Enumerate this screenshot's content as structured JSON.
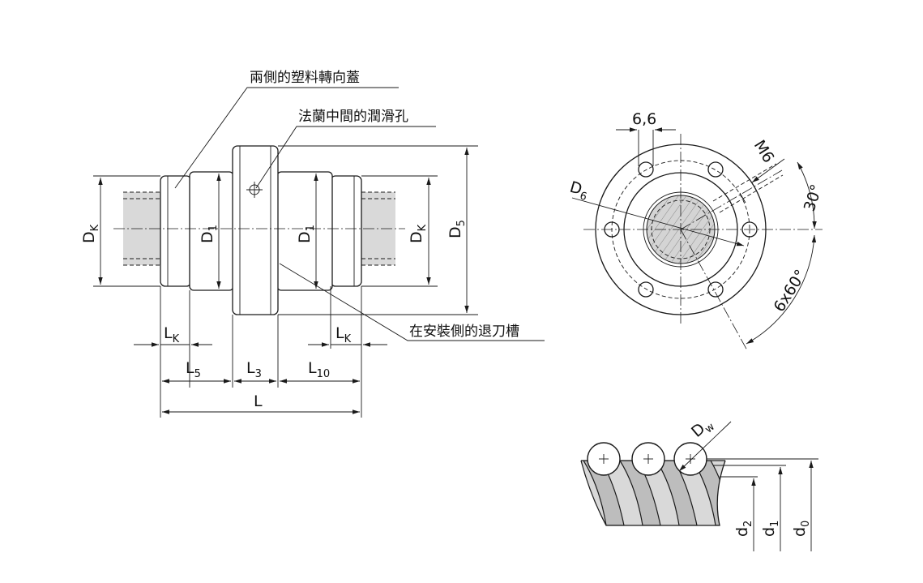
{
  "callouts": {
    "end_caps": "兩側的塑料轉向蓋",
    "lube_hole": "法蘭中間的潤滑孔",
    "relief_groove": "在安裝側的退刀槽"
  },
  "dims": {
    "dk_left": {
      "main": "D",
      "sub": "K"
    },
    "d1_left": {
      "main": "D",
      "sub": "1"
    },
    "d1_right": {
      "main": "D",
      "sub": "1"
    },
    "dk_right": {
      "main": "D",
      "sub": "K"
    },
    "d5": {
      "main": "D",
      "sub": "5"
    },
    "lk_left": {
      "main": "L",
      "sub": "K"
    },
    "lk_right": {
      "main": "L",
      "sub": "K"
    },
    "l5": {
      "main": "L",
      "sub": "5"
    },
    "l3": {
      "main": "L",
      "sub": "3"
    },
    "l10": {
      "main": "L",
      "sub": "10"
    },
    "l": "L",
    "d6": {
      "main": "D",
      "sub": "6"
    },
    "bolt_spacing": "6,6",
    "thread": "M6",
    "angle": "30°",
    "pattern": "6x60°",
    "dw": {
      "main": "D",
      "sub": "w"
    },
    "d2": {
      "main": "d",
      "sub": "2"
    },
    "d1_small": {
      "main": "d",
      "sub": "1"
    },
    "d0": {
      "main": "d",
      "sub": "0"
    }
  }
}
